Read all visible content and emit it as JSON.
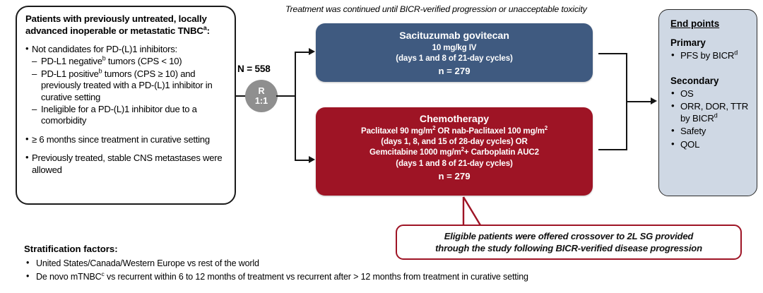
{
  "caption": "Treatment was continued until BICR-verified progression or unacceptable toxicity",
  "patient_box": {
    "title_line1": "Patients with previously untreated, locally",
    "title_line2": "advanced inoperable or metastatic TNBC",
    "title_sup": "a",
    "title_colon": ":",
    "bullets": [
      {
        "level": 1,
        "text": "Not candidates for PD-(L)1 inhibitors:"
      },
      {
        "level": 2,
        "text_pre": "PD-L1 negative",
        "sup": "b",
        "text_post": " tumors (CPS < 10)"
      },
      {
        "level": 2,
        "text_pre": "PD-L1 positive",
        "sup": "b",
        "text_post": " tumors (CPS ≥ 10) and previously treated with a PD-(L)1 inhibitor in curative setting"
      },
      {
        "level": 2,
        "text": "Ineligible for a PD-(L)1 inhibitor due to a comorbidity"
      },
      {
        "level": 1,
        "text": "≥ 6 months since treatment in curative setting"
      },
      {
        "level": 1,
        "text": "Previously treated, stable CNS metastases were allowed"
      }
    ]
  },
  "randomization": {
    "n_label": "N = 558",
    "node_letter": "R",
    "node_ratio": "1:1"
  },
  "arms": [
    {
      "id": "sacituzumab-govitecan",
      "color": "#3f5a80",
      "title": "Sacituzumab govitecan",
      "lines": [
        "10 mg/kg IV",
        "(days 1 and 8 of 21-day cycles)"
      ],
      "n": "n = 279"
    },
    {
      "id": "chemotherapy",
      "color": "#9e1425",
      "title": "Chemotherapy",
      "lines_html": [
        "Paclitaxel 90 mg/m<sup>2</sup> OR nab-Paclitaxel 100 mg/m<sup>2</sup>",
        "(days 1, 8, and 15 of 28-day cycles) OR",
        "Gemcitabine 1000 mg/m<sup>2</sup>+ Carboplatin AUC2",
        "(days 1 and 8 of 21-day cycles)"
      ],
      "n": "n = 279"
    }
  ],
  "crossover": {
    "line1": "Eligible patients were offered crossover to 2L SG provided",
    "line2": "through the study following BICR-verified disease progression",
    "border_color": "#9e1425"
  },
  "endpoints": {
    "title": "End points",
    "primary_label": "Primary",
    "primary_items": [
      "PFS by BICR"
    ],
    "primary_sup": "d",
    "secondary_label": "Secondary",
    "secondary_items": [
      "OS",
      "ORR, DOR, TTR by BICR",
      "Safety",
      "QOL"
    ],
    "secondary_sup": "d",
    "background": "#cfd8e4"
  },
  "stratification": {
    "title": "Stratification factors:",
    "items": [
      "United States/Canada/Western Europe vs rest of the world",
      "De novo mTNBC<sup>c</sup> vs recurrent within 6 to 12 months of treatment vs recurrent after > 12 months from treatment in curative setting"
    ]
  }
}
